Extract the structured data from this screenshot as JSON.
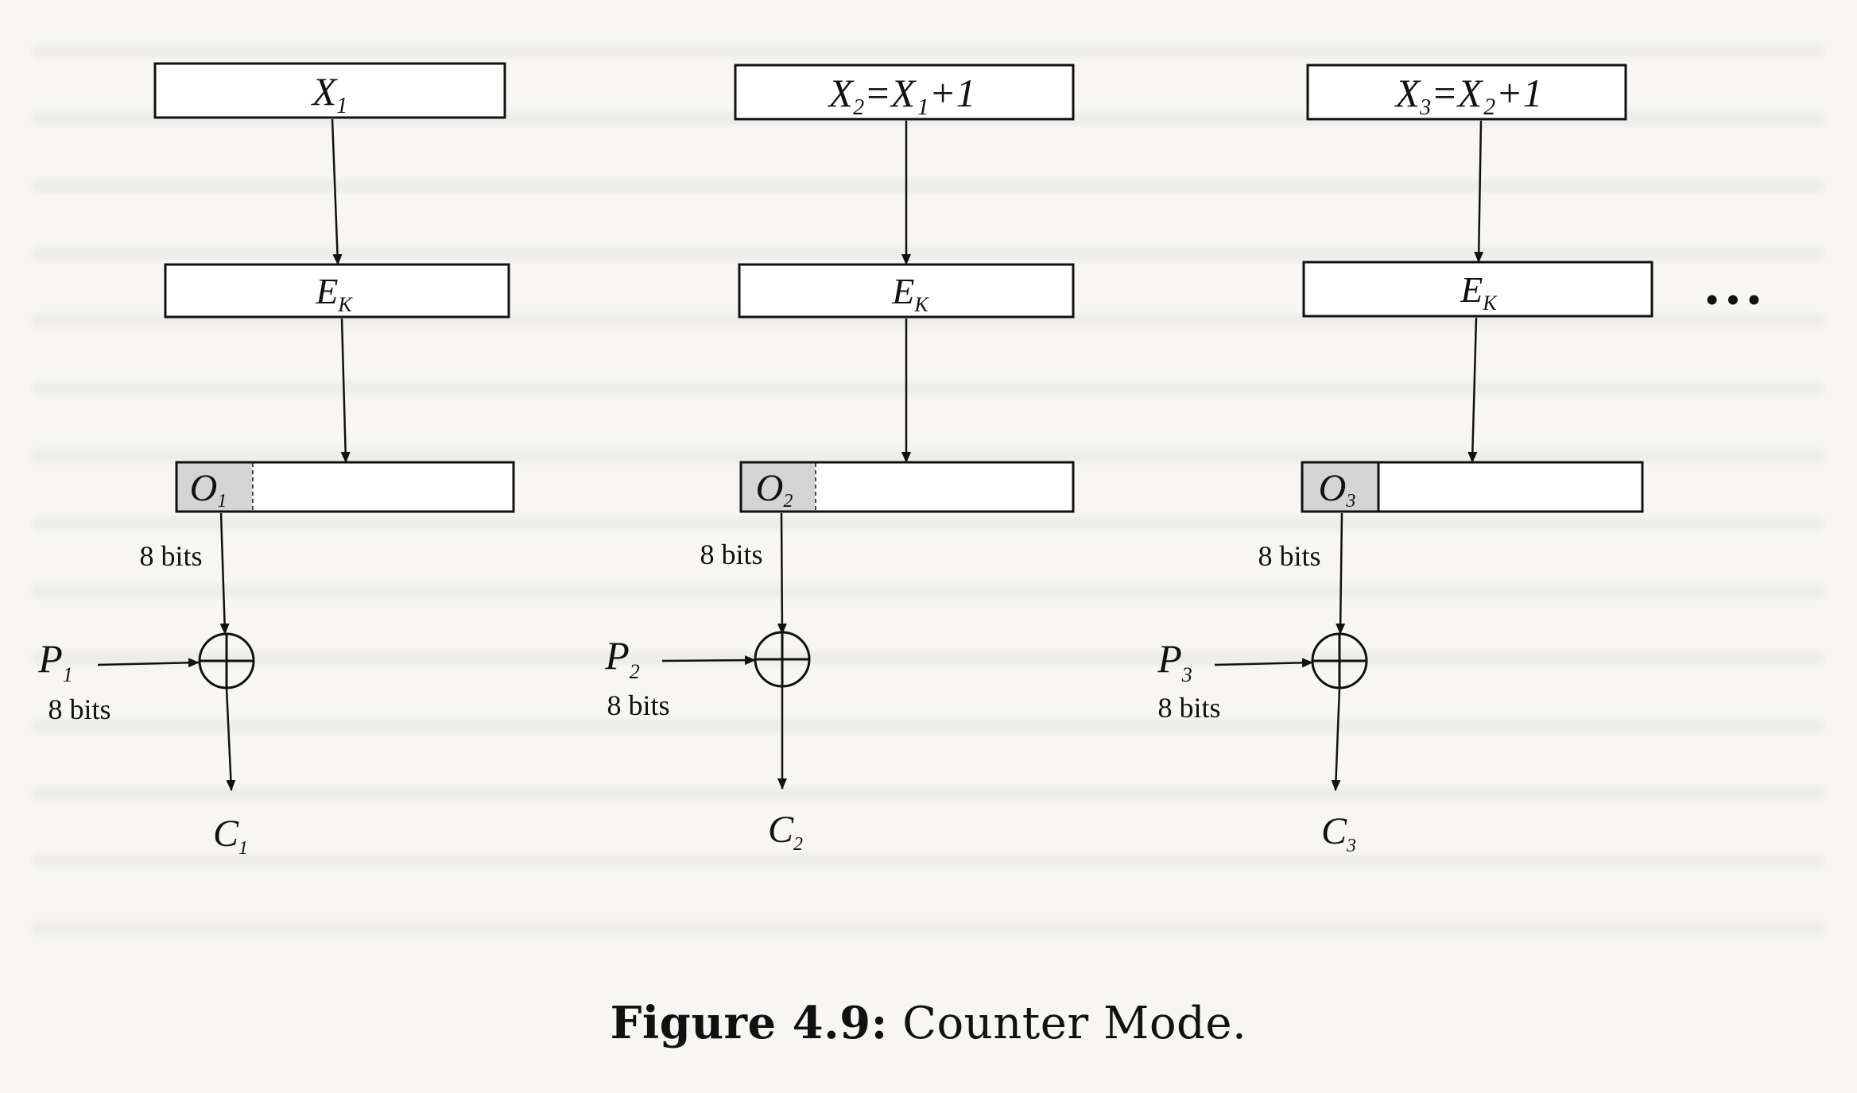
{
  "caption": {
    "label": "Figure 4.9:",
    "text": "Counter Mode."
  },
  "colors": {
    "line": "#111111",
    "box_fill": "#ffffff",
    "highlight_fill": "#d4d4d4",
    "background": "#f7f6f2"
  },
  "icons": {
    "xor": "circled-plus-icon",
    "arrow": "arrow-head-icon",
    "ellipsis": "ellipsis-icon"
  },
  "continuation": "• • •",
  "stages": [
    {
      "counter": {
        "main": "X",
        "sub": "1",
        "rest": ""
      },
      "encrypt": {
        "main": "E",
        "sub": "K"
      },
      "output": {
        "main": "O",
        "sub": "1"
      },
      "output_bits": "8 bits",
      "plaintext": {
        "main": "P",
        "sub": "1"
      },
      "plaintext_bits": "8 bits",
      "ciphertext": {
        "main": "C",
        "sub": "1"
      }
    },
    {
      "counter": {
        "main": "X",
        "sub": "2",
        "rest": "=X₁+1"
      },
      "encrypt": {
        "main": "E",
        "sub": "K"
      },
      "output": {
        "main": "O",
        "sub": "2"
      },
      "output_bits": "8 bits",
      "plaintext": {
        "main": "P",
        "sub": "2"
      },
      "plaintext_bits": "8 bits",
      "ciphertext": {
        "main": "C",
        "sub": "2"
      }
    },
    {
      "counter": {
        "main": "X",
        "sub": "3",
        "rest": "=X₂+1"
      },
      "encrypt": {
        "main": "E",
        "sub": "K"
      },
      "output": {
        "main": "O",
        "sub": "3"
      },
      "output_bits": "8 bits",
      "plaintext": {
        "main": "P",
        "sub": "3"
      },
      "plaintext_bits": "8 bits",
      "ciphertext": {
        "main": "C",
        "sub": "3"
      }
    }
  ]
}
